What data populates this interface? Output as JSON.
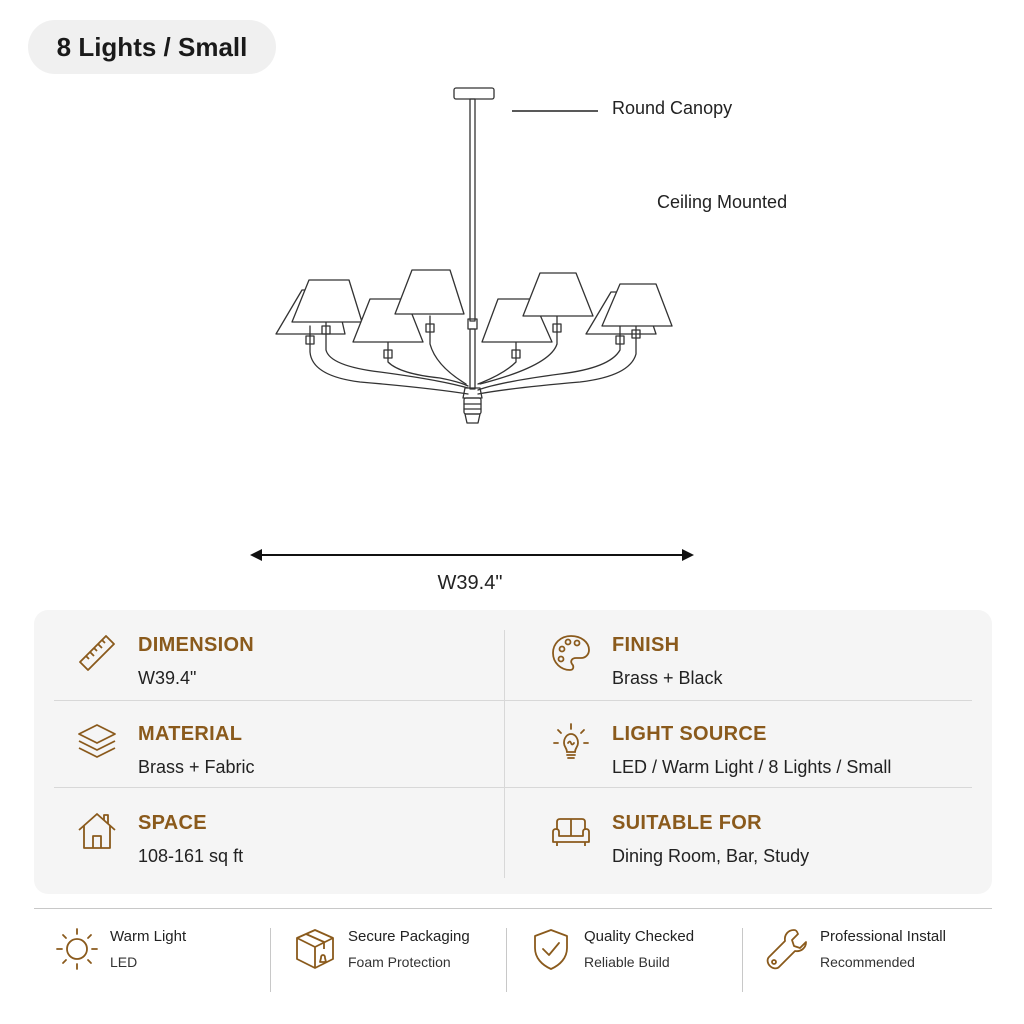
{
  "header": {
    "badge": "8 Lights / Small"
  },
  "diagram": {
    "callout_canopy": "Round Canopy",
    "callout_mount": "Ceiling Mounted",
    "width_label": "W39.4\""
  },
  "specs": [
    {
      "icon": "ruler-icon",
      "title": "DIMENSION",
      "value": "W39.4\""
    },
    {
      "icon": "palette-icon",
      "title": "FINISH",
      "value": "Brass + Black"
    },
    {
      "icon": "layers-icon",
      "title": "MATERIAL",
      "value": "Brass + Fabric"
    },
    {
      "icon": "lightbulb-icon",
      "title": "LIGHT SOURCE",
      "value": "LED / Warm Light / 8 Lights / Small"
    },
    {
      "icon": "house-icon",
      "title": "SPACE",
      "value": "108-161 sq ft"
    },
    {
      "icon": "sofa-icon",
      "title": "SUITABLE FOR",
      "value": "Dining Room, Bar, Study"
    }
  ],
  "features": [
    {
      "icon": "sun-icon",
      "title": "Warm Light",
      "subtitle": "LED"
    },
    {
      "icon": "box-icon",
      "title": "Secure Packaging",
      "subtitle": "Foam Protection"
    },
    {
      "icon": "shield-check-icon",
      "title": "Quality Checked",
      "subtitle": "Reliable Build"
    },
    {
      "icon": "wrench-icon",
      "title": "Professional Install",
      "subtitle": "Recommended"
    }
  ],
  "colors": {
    "accent": "#8a5a1c",
    "panel": "#f5f5f5",
    "badge": "#f0f0f0"
  }
}
